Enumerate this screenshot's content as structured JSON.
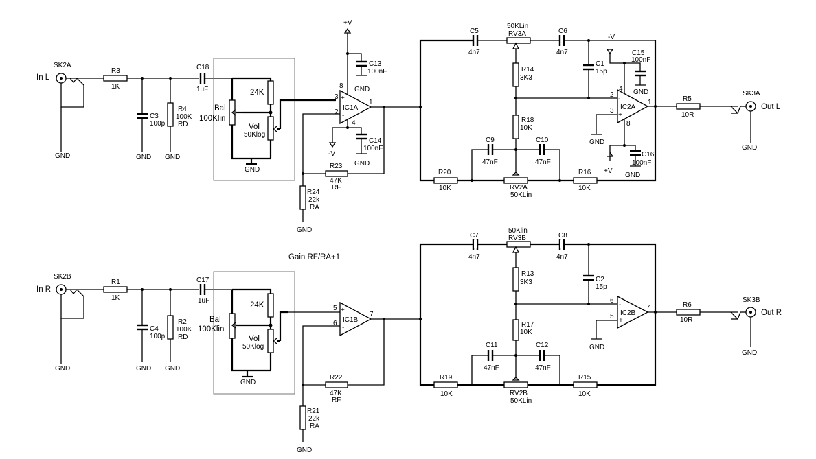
{
  "labels": {
    "supply_pos": "+V",
    "supply_neg": "-V",
    "gnd": "GND",
    "gain_formula": "Gain RF/RA+1",
    "in_l": "In L",
    "in_r": "In R",
    "out_l": "Out L",
    "out_r": "Out R",
    "sk2a": "SK2A",
    "sk2b": "SK2B",
    "sk3a": "SK3A",
    "sk3b": "SK3B",
    "ic1a": "IC1A",
    "ic1b": "IC1B",
    "ic2a": "IC2A",
    "ic2b": "IC2B"
  },
  "pins": {
    "ic1a_noninv": "3",
    "ic1a_inv": "2",
    "ic1a_out": "1",
    "ic1a_vpos": "8",
    "ic1a_vneg": "4",
    "ic1b_noninv": "5",
    "ic1b_inv": "6",
    "ic1b_out": "7",
    "ic2a_inv": "2",
    "ic2a_noninv": "3",
    "ic2a_out": "1",
    "ic2a_vneg": "4",
    "ic2a_vpos": "8",
    "ic2b_inv": "6",
    "ic2b_noninv": "5",
    "ic2b_out": "7",
    "plus": "+",
    "minus": "-"
  },
  "left": {
    "r3": [
      "R3",
      "1K"
    ],
    "c3": [
      "C3",
      "100p"
    ],
    "r4": [
      "R4",
      "100K",
      "RD"
    ],
    "c18": [
      "C18",
      "1uF"
    ],
    "r24k": "24K",
    "bal": [
      "Bal",
      "100Klin"
    ],
    "vol": [
      "Vol",
      "50Klog"
    ],
    "c13": [
      "C13",
      "100nF"
    ],
    "c14": [
      "C14",
      "100nF"
    ],
    "r23": [
      "R23",
      "47K",
      "RF"
    ],
    "r24": [
      "R24",
      "22k",
      "RA"
    ],
    "c5": [
      "C5",
      "4n7"
    ],
    "rv3a": [
      "50KLin",
      "RV3A"
    ],
    "c6": [
      "C6",
      "4n7"
    ],
    "c1": [
      "C1",
      "15p"
    ],
    "c15": [
      "C15",
      "100nF"
    ],
    "r14": [
      "R14",
      "3K3"
    ],
    "r18": [
      "R18",
      "10K"
    ],
    "c9": [
      "C9",
      "47nF"
    ],
    "c10": [
      "C10",
      "47nF"
    ],
    "r20": [
      "R20",
      "10K"
    ],
    "rv2a": [
      "RV2A",
      "50KLin"
    ],
    "r16": [
      "R16",
      "10K"
    ],
    "c16": [
      "C16",
      "100nF"
    ],
    "r5": [
      "R5",
      "10R"
    ]
  },
  "right": {
    "r1": [
      "R1",
      "1K"
    ],
    "c4": [
      "C4",
      "100p"
    ],
    "r2": [
      "R2",
      "100K",
      "RD"
    ],
    "c17": [
      "C17",
      "1uF"
    ],
    "r24k": "24K",
    "bal": [
      "Bal",
      "100Klin"
    ],
    "vol": [
      "Vol",
      "50Klog"
    ],
    "r22": [
      "R22",
      "47K",
      "RF"
    ],
    "r21": [
      "R21",
      "22k",
      "RA"
    ],
    "c7": [
      "C7",
      "4n7"
    ],
    "rv3b": [
      "50Klin",
      "RV3B"
    ],
    "c8": [
      "C8",
      "4n7"
    ],
    "c2": [
      "C2",
      "15p"
    ],
    "r13": [
      "R13",
      "3K3"
    ],
    "r17": [
      "R17",
      "10K"
    ],
    "c11": [
      "C11",
      "47nF"
    ],
    "c12": [
      "C12",
      "47nF"
    ],
    "r19": [
      "R19",
      "10K"
    ],
    "rv2b": [
      "RV2B",
      "50KLin"
    ],
    "r15": [
      "R15",
      "10K"
    ],
    "r6": [
      "R6",
      "10R"
    ]
  }
}
